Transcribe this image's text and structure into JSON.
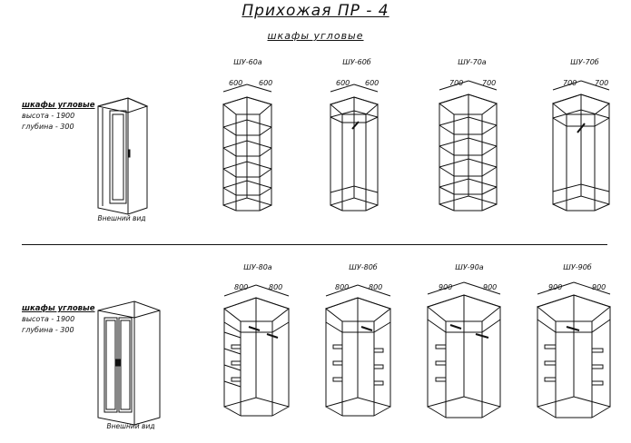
{
  "title": "Прихожая ПР - 4",
  "subtitle": "шкафы угловые",
  "sections": [
    {
      "spec": {
        "heading": "шкафы угловые",
        "height": "высота - 1900",
        "depth": "глубина - 300"
      },
      "external_label": "Внешний вид",
      "units": [
        {
          "code": "ШУ-60а",
          "dims": [
            "600",
            "600"
          ]
        },
        {
          "code": "ШУ-60б",
          "dims": [
            "600",
            "600"
          ]
        },
        {
          "code": "ШУ-70а",
          "dims": [
            "700",
            "700"
          ]
        },
        {
          "code": "ШУ-70б",
          "dims": [
            "700",
            "700"
          ]
        }
      ]
    },
    {
      "spec": {
        "heading": "шкафы угловые",
        "height": "высота - 1900",
        "depth": "глубина - 300"
      },
      "external_label": "Внешний вид",
      "units": [
        {
          "code": "ШУ-80а",
          "dims": [
            "800",
            "800"
          ]
        },
        {
          "code": "ШУ-80б",
          "dims": [
            "800",
            "800"
          ]
        },
        {
          "code": "ШУ-90а",
          "dims": [
            "900",
            "900"
          ]
        },
        {
          "code": "ШУ-90б",
          "dims": [
            "900",
            "900"
          ]
        }
      ]
    }
  ]
}
